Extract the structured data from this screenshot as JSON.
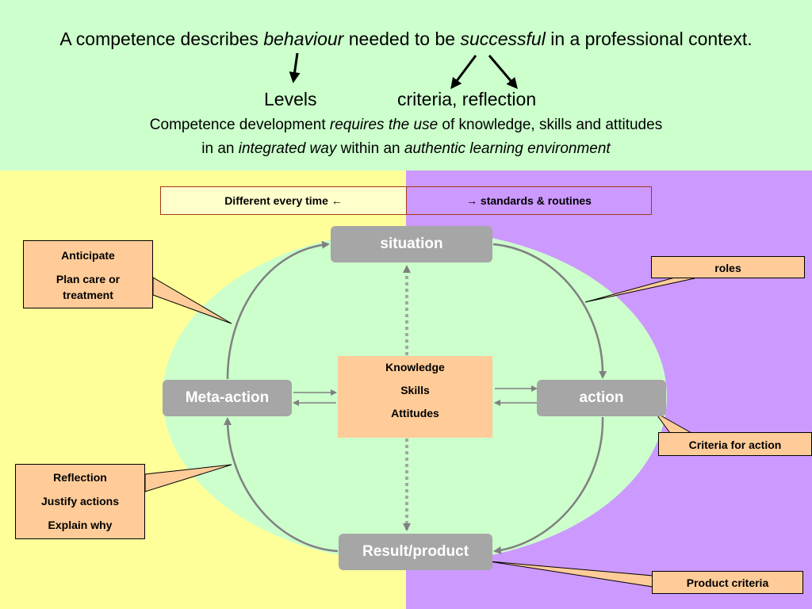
{
  "colors": {
    "top_bg": "#ccffcc",
    "left_bg": "#ffff99",
    "right_bg": "#cc99ff",
    "ellipse": "#ccffcc",
    "node_fill": "#a6a6a6",
    "ksa_fill": "#ffcc99",
    "callout_fill": "#ffcc99",
    "banner_left_fill": "#ffffcc",
    "banner_right_fill": "#cc99ff",
    "arrow": "#808080"
  },
  "header": {
    "line1_a": "A competence describes ",
    "line1_b": "behaviour",
    "line1_c": " needed to be ",
    "line1_d": "successful",
    "line1_e": " in a professional context.",
    "levels": "Levels",
    "criteria": "criteria, reflection",
    "line3_a": "Competence development ",
    "line3_b": "requires the use",
    "line3_c": " of knowledge, skills and attitudes",
    "line4_a": "in an ",
    "line4_b": "integrated way",
    "line4_c": " within an ",
    "line4_d": "authentic learning environment"
  },
  "banners": {
    "left": "Different every time ←",
    "right": "→ standards & routines"
  },
  "nodes": {
    "situation": "situation",
    "action": "action",
    "result": "Result/product",
    "meta": "Meta-action"
  },
  "center": {
    "knowledge": "Knowledge",
    "skills": "Skills",
    "attitudes": "Attitudes"
  },
  "callouts": {
    "anticipate": {
      "title": "Anticipate",
      "line2": "Plan care or",
      "line3": "treatment"
    },
    "reflection": {
      "title": "Reflection",
      "line2": "Justify actions",
      "line3": "Explain why"
    },
    "roles": "roles",
    "criteria_action": "Criteria for action",
    "product_criteria": "Product criteria"
  }
}
